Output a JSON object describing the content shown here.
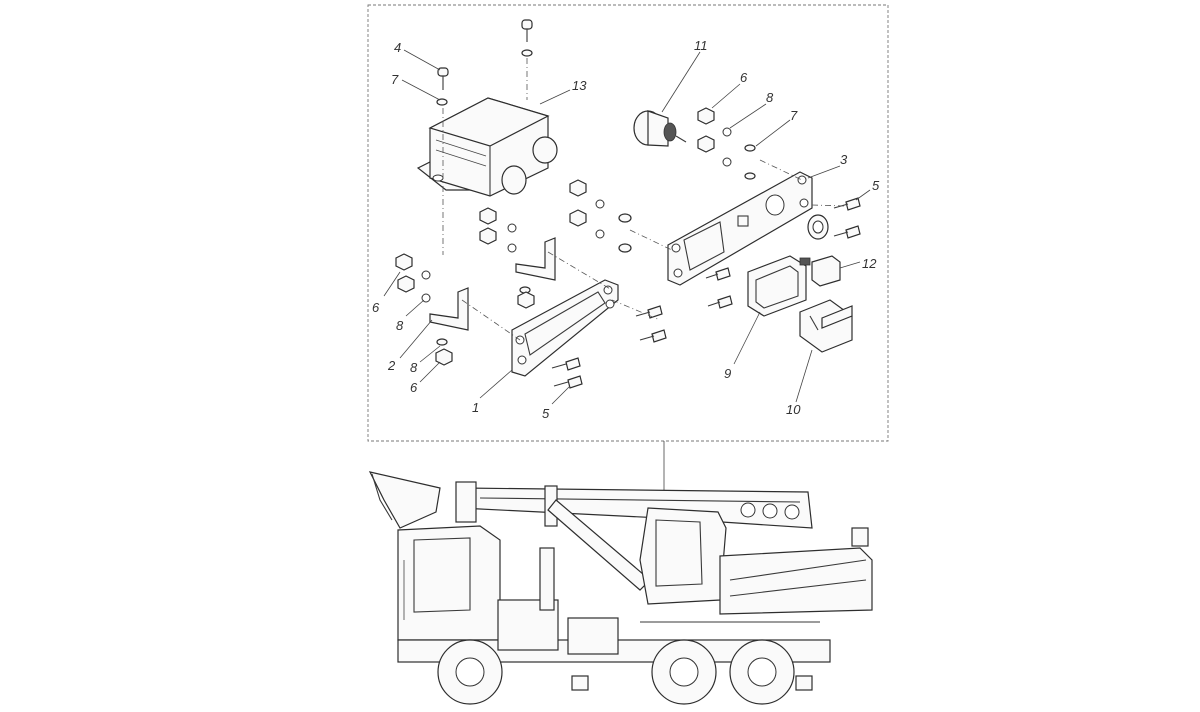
{
  "callouts": [
    {
      "id": "c4",
      "text": "4"
    },
    {
      "id": "c7a",
      "text": "7"
    },
    {
      "id": "c13",
      "text": "13"
    },
    {
      "id": "c11",
      "text": "11"
    },
    {
      "id": "c6a",
      "text": "6"
    },
    {
      "id": "c8a",
      "text": "8"
    },
    {
      "id": "c7b",
      "text": "7"
    },
    {
      "id": "c3",
      "text": "3"
    },
    {
      "id": "c5a",
      "text": "5"
    },
    {
      "id": "c12",
      "text": "12"
    },
    {
      "id": "c6b",
      "text": "6"
    },
    {
      "id": "c8b",
      "text": "8"
    },
    {
      "id": "c2",
      "text": "2"
    },
    {
      "id": "c8c",
      "text": "8"
    },
    {
      "id": "c6c",
      "text": "6"
    },
    {
      "id": "c1",
      "text": "1"
    },
    {
      "id": "c5b",
      "text": "5"
    },
    {
      "id": "c9",
      "text": "9"
    },
    {
      "id": "c10",
      "text": "10"
    }
  ],
  "colors": {
    "line": "#2e2e2e",
    "paper": "#ffffff",
    "frame": "#777777"
  }
}
